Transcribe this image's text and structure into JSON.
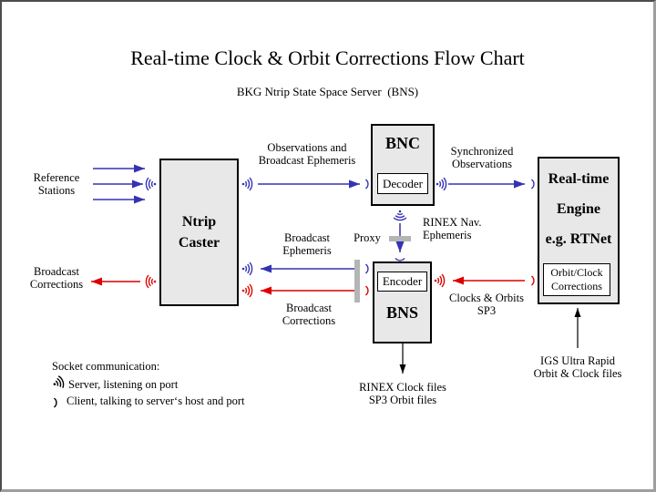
{
  "title": "Real-time Clock & Orbit Corrections Flow Chart",
  "subtitle": "BKG Ntrip State Space Server  (BNS)",
  "colors": {
    "server_link_blue": "#3333b3",
    "correction_link_red": "#dc0000",
    "box_fill_gray": "#e8e8e8",
    "proxy_bar_gray": "#b5b5b5",
    "file_arrow_black": "#000000",
    "frame_dark": "#4c4c4c",
    "frame_light": "#9e9e9e"
  },
  "boxes": {
    "ntrip_caster": {
      "line1": "Ntrip",
      "line2": "Caster"
    },
    "bnc": {
      "label": "BNC",
      "sub": "Decoder"
    },
    "bns": {
      "label": "BNS",
      "sub": "Encoder"
    },
    "engine": {
      "line1": "Real-time",
      "line2": "Engine",
      "line3": "e.g. RTNet",
      "sub_line1": "Orbit/Clock",
      "sub_line2": "Corrections"
    }
  },
  "labels": {
    "reference_stations": {
      "line1": "Reference",
      "line2": "Stations"
    },
    "broadcast_corrections_left": {
      "line1": "Broadcast",
      "line2": "Corrections"
    },
    "observations": {
      "line1": "Observations and",
      "line2": "Broadcast Ephemeris"
    },
    "synchronized": {
      "line1": "Synchronized",
      "line2": "Observations"
    },
    "broadcast_ephemeris": {
      "line1": "Broadcast",
      "line2": "Ephemeris"
    },
    "proxy": "Proxy",
    "rinex_nav": {
      "line1": "RINEX Nav.",
      "line2": "Ephemeris"
    },
    "broadcast_corrections_mid": {
      "line1": "Broadcast",
      "line2": "Corrections"
    },
    "clocks_orbits": {
      "line1": "Clocks & Orbits",
      "line2": "SP3"
    },
    "rinex_files": {
      "line1": "RINEX Clock files",
      "line2": "SP3 Orbit files"
    },
    "igs": {
      "line1": "IGS Ultra Rapid",
      "line2": "Orbit & Clock files"
    }
  },
  "legend": {
    "title": "Socket communication:",
    "server": "Server, listening on port",
    "client": "Client, talking to server‘s host and port"
  },
  "icons": {
    "server_socket": "dot with three radiating arcs (listening port)",
    "client_socket": "single arc (client talking to host/port)",
    "proxy_bar": "gray rectangle crossing a link",
    "arrow": "straight line with solid triangular head"
  }
}
